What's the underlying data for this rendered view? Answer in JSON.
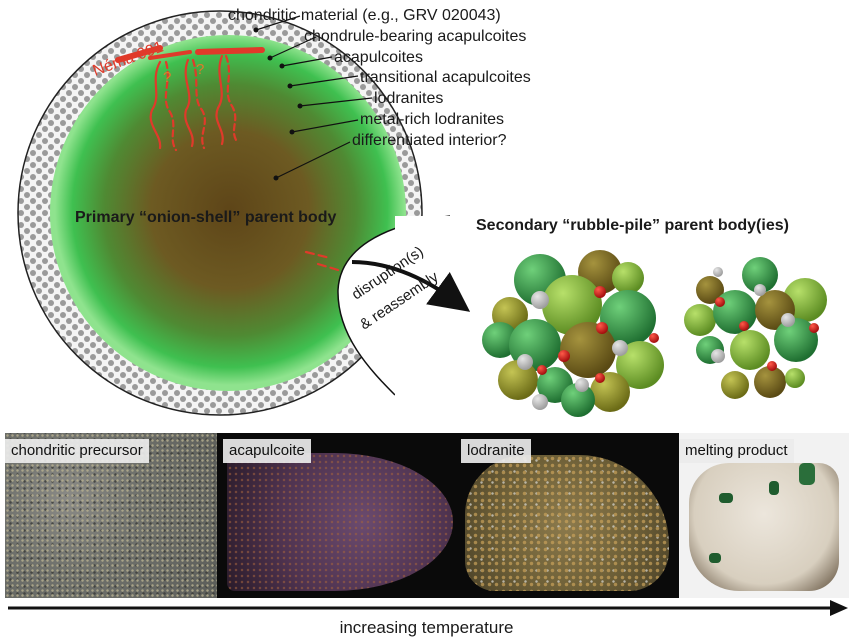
{
  "primary_body": {
    "title": "Primary “onion-shell” parent body",
    "sample_label": "Néma 001",
    "question_mark": "?",
    "layers": [
      "chondritic material (e.g., GRV 020043)",
      "chondrule-bearing acapulcoites",
      "acapulcoites",
      "transitional acapulcoites",
      "lodranites",
      "metal-rich lodranites",
      "differentiated interior?"
    ]
  },
  "process": {
    "line1": "disruption(s)",
    "line2": "& reassembly"
  },
  "secondary_body": {
    "title": "Secondary “rubble-pile” parent body(ies)"
  },
  "panels": [
    {
      "label": "chondritic precursor"
    },
    {
      "label": "acapulcoite"
    },
    {
      "label": "lodranite"
    },
    {
      "label": "melting product"
    }
  ],
  "axis": {
    "label": "increasing temperature"
  },
  "colors": {
    "core": "#6b4f1e",
    "mantle": "#39c24f",
    "red_vein": "#e03a2a",
    "olive_clast": "#8a8a25",
    "green_clast": "#2f9a45",
    "metal_clast": "#cc1b1b",
    "grey_clast": "#bdbdbd"
  }
}
